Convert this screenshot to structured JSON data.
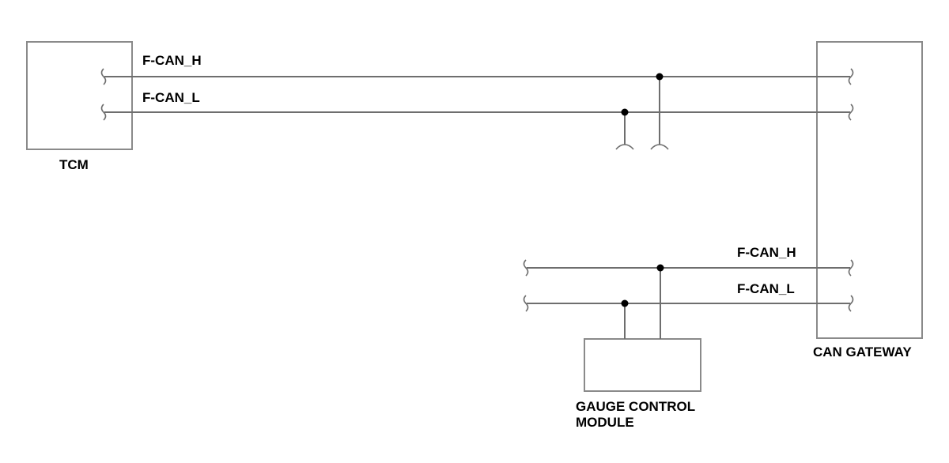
{
  "components": {
    "tcm": "TCM",
    "gateway": "CAN GATEWAY",
    "gauge_line1": "GAUGE CONTROL",
    "gauge_line2": "MODULE"
  },
  "signals": {
    "top_high": "F-CAN_H",
    "top_low": "F-CAN_L",
    "bottom_high": "F-CAN_H",
    "bottom_low": "F-CAN_L"
  },
  "colors": {
    "box_stroke": "#8a8a8a",
    "wire": "#6e6e6e",
    "junction": "#000000"
  }
}
